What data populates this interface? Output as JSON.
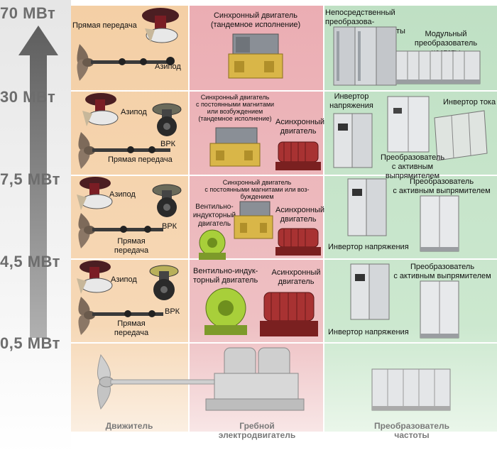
{
  "power_levels": [
    "70 МВт",
    "30 МВт",
    "7,5 МВт",
    "4,5 МВт",
    "0,5 МВт"
  ],
  "columns": {
    "propulsor": "Движитель",
    "motor_line1": "Гребной",
    "motor_line2": "электродвигатель",
    "converter_line1": "Преобразователь",
    "converter_line2": "частоты"
  },
  "row1": {
    "propulsor_top": "Прямая передача",
    "propulsor_azipod": "Азипод",
    "motor_line1": "Синхронный двигатель",
    "motor_line2": "(тандемное исполнение)",
    "conv_direct_1": "Непосредственный преобразова-",
    "conv_direct_2": "тель частоты",
    "conv_modular_1": "Модульный",
    "conv_modular_2": "преобразователь частоты"
  },
  "row2": {
    "propulsor_azipod": "Азипод",
    "propulsor_vrk": "ВРК",
    "propulsor_direct": "Прямая передача",
    "motor_sync_1": "Синхронный двигатель",
    "motor_sync_2": "с постоянными магнитами",
    "motor_sync_3": "или возбуждением",
    "motor_sync_4": "(тандемное исполнение)",
    "motor_async_1": "Асинхронный",
    "motor_async_2": "двигатель",
    "conv_voltage_1": "Инвертор",
    "conv_voltage_2": "напряжения",
    "conv_current": "Инвертор тока",
    "conv_active_1": "Преобразователь",
    "conv_active_2": "с активным выпрямителем"
  },
  "row3": {
    "propulsor_azipod": "Азипод",
    "propulsor_vrk": "ВРК",
    "propulsor_direct_1": "Прямая",
    "propulsor_direct_2": "передача",
    "motor_sync_1": "Синхронный двигатель",
    "motor_sync_2": "с постоянными магнитами или воз-",
    "motor_sync_3": "буждением",
    "motor_ventil_1": "Вентильно-",
    "motor_ventil_2": "индукторный",
    "motor_ventil_3": "двигатель",
    "motor_async_1": "Асинхронный",
    "motor_async_2": "двигатель",
    "conv_active_1": "Преобразователь",
    "conv_active_2": "с активным выпрямителем",
    "conv_voltage": "Инвертор напряжения"
  },
  "row4": {
    "propulsor_azipod": "Азипод",
    "propulsor_vrk": "ВРК",
    "propulsor_direct_1": "Прямая",
    "propulsor_direct_2": "передача",
    "motor_ventil_1": "Вентильно-индук-",
    "motor_ventil_2": "торный двигатель",
    "motor_async_1": "Асинхронный",
    "motor_async_2": "двигатель",
    "conv_active_1": "Преобразователь",
    "conv_active_2": "с активным выпрямителем",
    "conv_voltage": "Инвертор напряжения"
  },
  "colors": {
    "propulsor_column": "#f4cfa5",
    "motor_column": "#ebadb3",
    "converter_column": "#bfe0c4",
    "arrow": "#6b6b6b",
    "motor_yellow": "#d9b648",
    "motor_grey": "#8a8f96",
    "cabinet": "#e4e6e8"
  },
  "icons": [
    "power-arrow-icon",
    "propeller-icon",
    "azipod-pod-icon",
    "cp-propeller-hub-icon",
    "motor-icon",
    "cabinet-icon"
  ]
}
